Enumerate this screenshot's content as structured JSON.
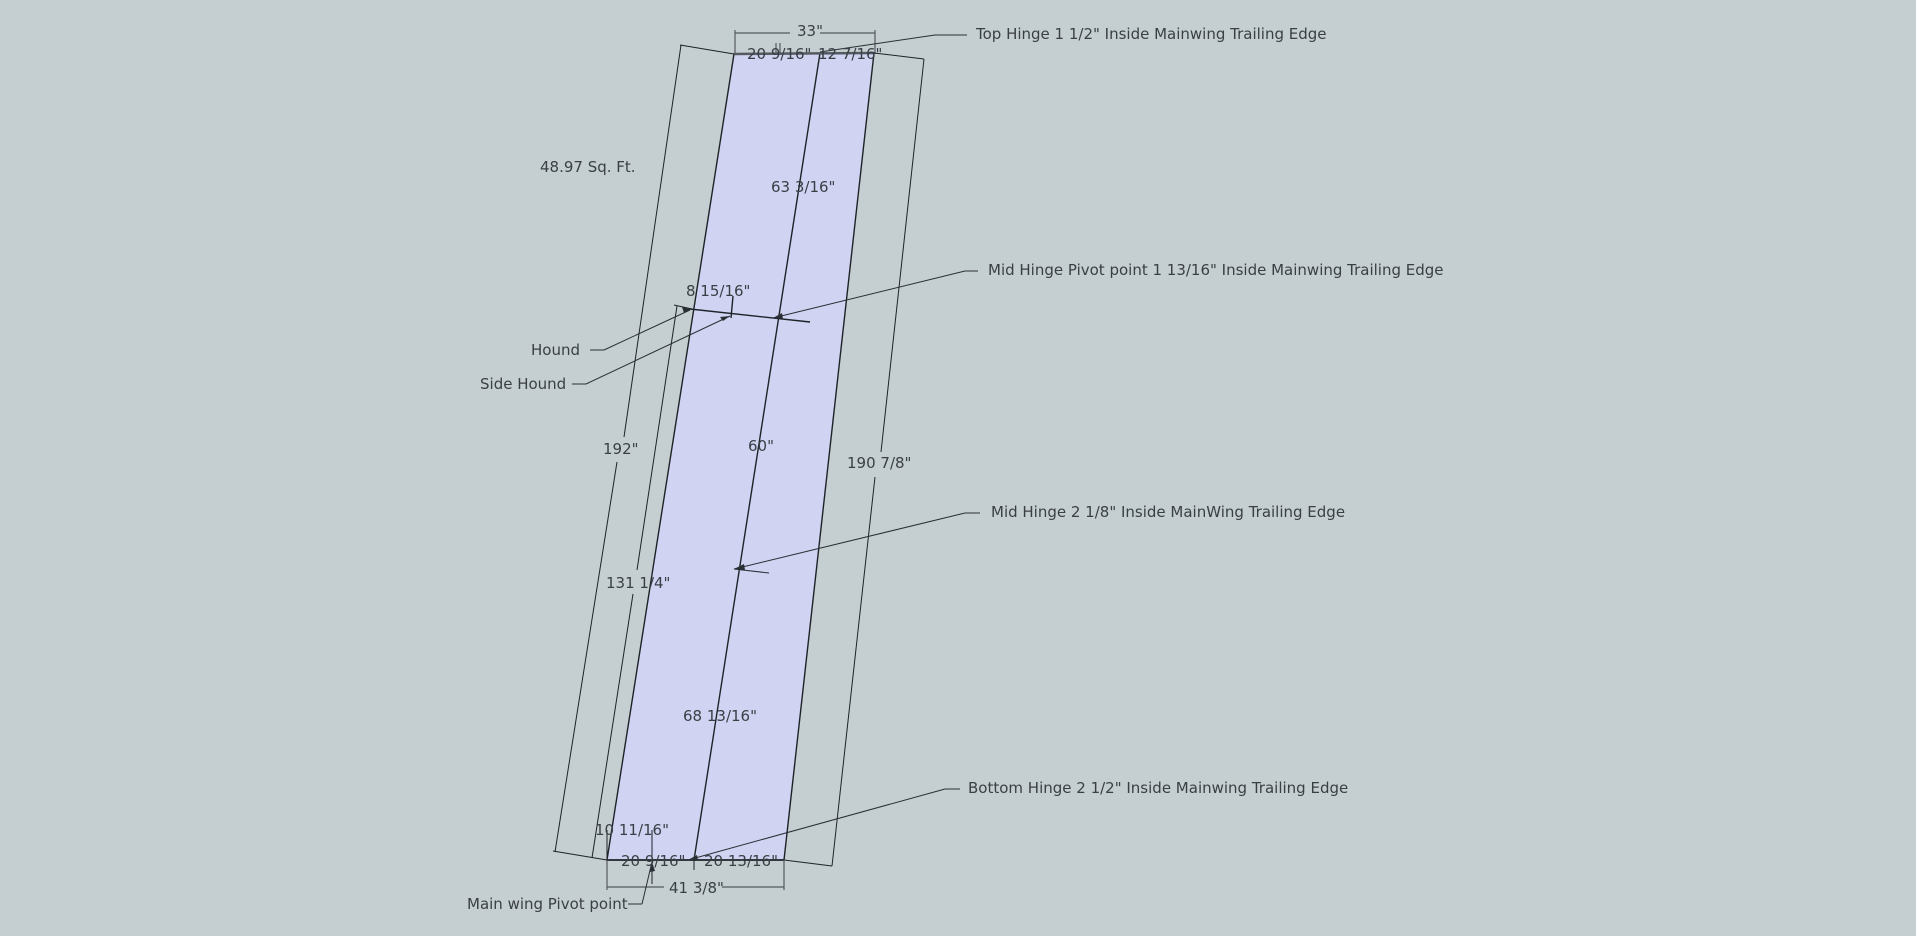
{
  "drawing": {
    "background_color": "#c5ced0",
    "panel_fill": "#d0d3f2",
    "line_color": "#1e2328",
    "area_label": "48.97 Sq. Ft.",
    "dimensions": {
      "top_total": "33\"",
      "top_left": "20 9/16\"",
      "top_right": "12 7/16\"",
      "upper_hinge_span": "63 3/16\"",
      "hound_offset": "8 15/16\"",
      "left_length": "192\"",
      "mid_span": "60\"",
      "right_length": "190 7/8\"",
      "lower_left": "131 1/4\"",
      "lower_hinge_span": "68 13/16\"",
      "pivot_offset": "10 11/16\"",
      "bottom_left": "20 9/16\"",
      "bottom_right": "20 13/16\"",
      "bottom_total": "41 3/8\""
    },
    "callouts": {
      "top_hinge": "Top Hinge 1 1/2\" Inside Mainwing Trailing Edge",
      "mid_hinge_pivot": "Mid Hinge Pivot point 1 13/16\" Inside Mainwing Trailing Edge",
      "hound": "Hound",
      "side_hound": "Side Hound",
      "mid_hinge": "Mid Hinge 2 1/8\" Inside MainWing Trailing Edge",
      "bottom_hinge": "Bottom Hinge 2 1/2\" Inside Mainwing Trailing Edge",
      "main_wing_pivot": "Main wing Pivot point"
    }
  }
}
